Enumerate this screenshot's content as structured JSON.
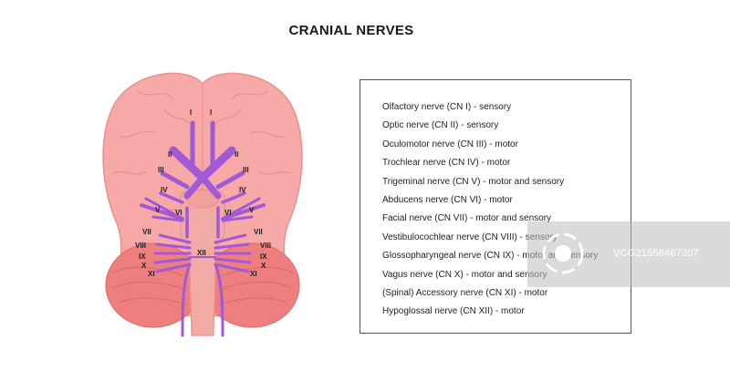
{
  "title": "CRANIAL NERVES",
  "colors": {
    "brain": "#f7a9a7",
    "brain_outline": "#e9918f",
    "cerebellum": "#ee7f7e",
    "brainstem": "#f2aaa4",
    "nerve": "#a259d6",
    "frame": "#555555"
  },
  "diagram_labels": {
    "cn1": "I",
    "cn2": "II",
    "cn3": "III",
    "cn4": "IV",
    "cn5": "V",
    "cn6": "VI",
    "cn7": "VII",
    "cn8": "VIII",
    "cn9": "IX",
    "cn10": "X",
    "cn11": "XI",
    "cn12": "XII"
  },
  "legend": {
    "items": [
      "Olfactory nerve (CN I) - sensory",
      "Optic nerve (CN II) - sensory",
      "Oculomotor nerve (CN III) - motor",
      "Trochlear nerve (CN IV) - motor",
      "Trigeminal nerve (CN V) - motor and sensory",
      "Abducens nerve (CN VI) - motor",
      "Facial nerve (CN VII) - motor and sensory",
      "Vestibulocochlear nerve (CN VIII) - sensory",
      "Glossopharyngeal nerve (CN IX) - motor and sensory",
      "Vagus nerve (CN X) - motor and sensory",
      "(Spinal) Accessory nerve (CN XI) - motor",
      "Hypoglossal nerve (CN XII) - motor"
    ]
  },
  "watermark": {
    "text": "VCG21558467307",
    "icon": "vcg-logo-icon"
  }
}
